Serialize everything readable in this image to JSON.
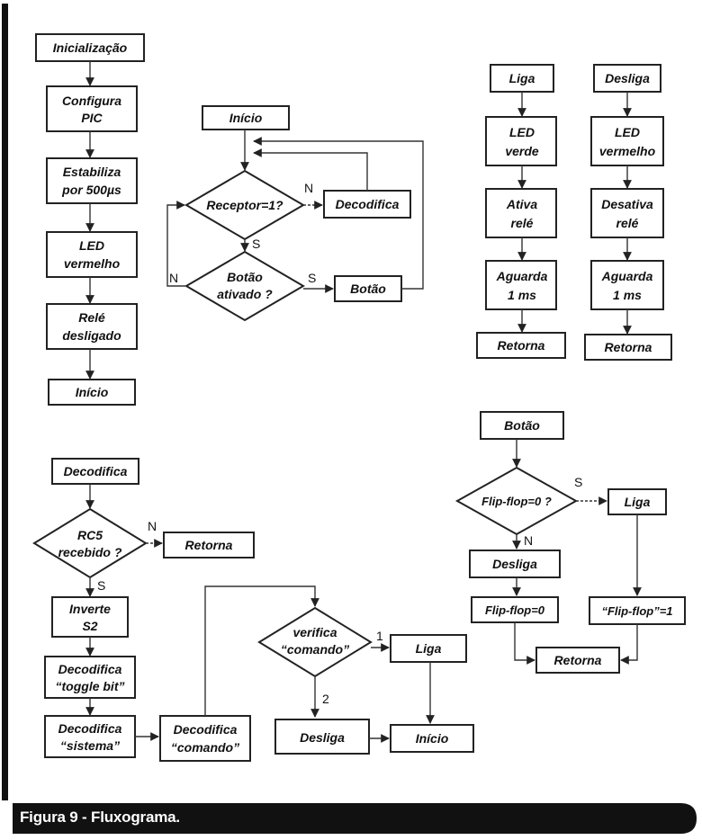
{
  "caption": "Figura 9 - Fluxograma.",
  "init": {
    "title": "Inicialização",
    "configura": [
      "Configura",
      "PIC"
    ],
    "estabiliza": [
      "Estabiliza",
      "por 500µs"
    ],
    "led": [
      "LED",
      "vermelho"
    ],
    "rele": [
      "Relé",
      "desligado"
    ],
    "inicio": "Início"
  },
  "main": {
    "title": "Início",
    "receptor": "Receptor=1?",
    "decodifica": "Decodifica",
    "botao_q": [
      "Botão",
      "ativado ?"
    ],
    "botao": "Botão",
    "n1": "N",
    "s1": "S",
    "n2": "N",
    "s2": "S"
  },
  "liga": {
    "title": "Liga",
    "led": [
      "LED",
      "verde"
    ],
    "ativa": [
      "Ativa",
      "relé"
    ],
    "aguarda": [
      "Aguarda",
      "1 ms"
    ],
    "retorna": "Retorna"
  },
  "desliga": {
    "title": "Desliga",
    "led": [
      "LED",
      "vermelho"
    ],
    "desativa": [
      "Desativa",
      "relé"
    ],
    "aguarda": [
      "Aguarda",
      "1 ms"
    ],
    "retorna": "Retorna"
  },
  "decod": {
    "title": "Decodifica",
    "rc5": [
      "RC5",
      "recebido ?"
    ],
    "n": "N",
    "retorna": "Retorna",
    "s": "S",
    "inverte": [
      "Inverte",
      "S2"
    ],
    "toggle": [
      "Decodifica",
      "“toggle bit”"
    ],
    "sistema": [
      "Decodifica",
      "“sistema”"
    ],
    "comando": [
      "Decodifica",
      "“comando”"
    ],
    "verifica": [
      "verifica",
      "“comando”"
    ],
    "one": "1",
    "two": "2",
    "liga": "Liga",
    "desliga": "Desliga",
    "inicio": "Início"
  },
  "botao": {
    "title": "Botão",
    "ff_q": "Flip-flop=0 ?",
    "s": "S",
    "n": "N",
    "liga": "Liga",
    "desliga": "Desliga",
    "ff0": "Flip-flop=0",
    "ff1": "“Flip-flop”=1",
    "retorna": "Retorna"
  }
}
